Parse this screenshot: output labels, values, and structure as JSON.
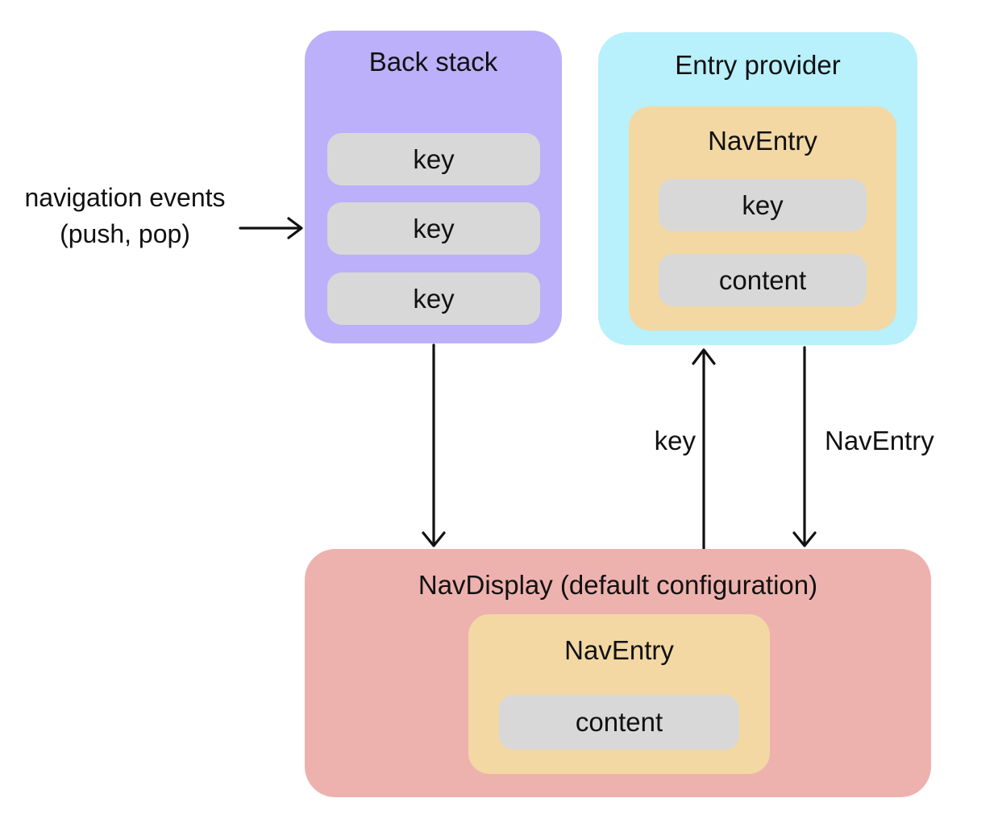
{
  "colors": {
    "purple": "#bcb0fa",
    "cyan": "#b8f0fc",
    "orange": "#f3d8a4",
    "pink": "#eeb2ae",
    "gray": "#d8d8d8",
    "arrow": "#111111"
  },
  "back_stack": {
    "title": "Back stack",
    "items": [
      "key",
      "key",
      "key"
    ]
  },
  "entry_provider": {
    "title": "Entry provider",
    "nav_entry": {
      "title": "NavEntry",
      "key_label": "key",
      "content_label": "content"
    }
  },
  "nav_display": {
    "title": "NavDisplay (default configuration)",
    "nav_entry": {
      "title": "NavEntry",
      "content_label": "content"
    }
  },
  "annotations": {
    "nav_events_line1": "navigation events",
    "nav_events_line2": "(push, pop)",
    "key_arrow_label": "key",
    "nav_entry_arrow_label": "NavEntry"
  }
}
